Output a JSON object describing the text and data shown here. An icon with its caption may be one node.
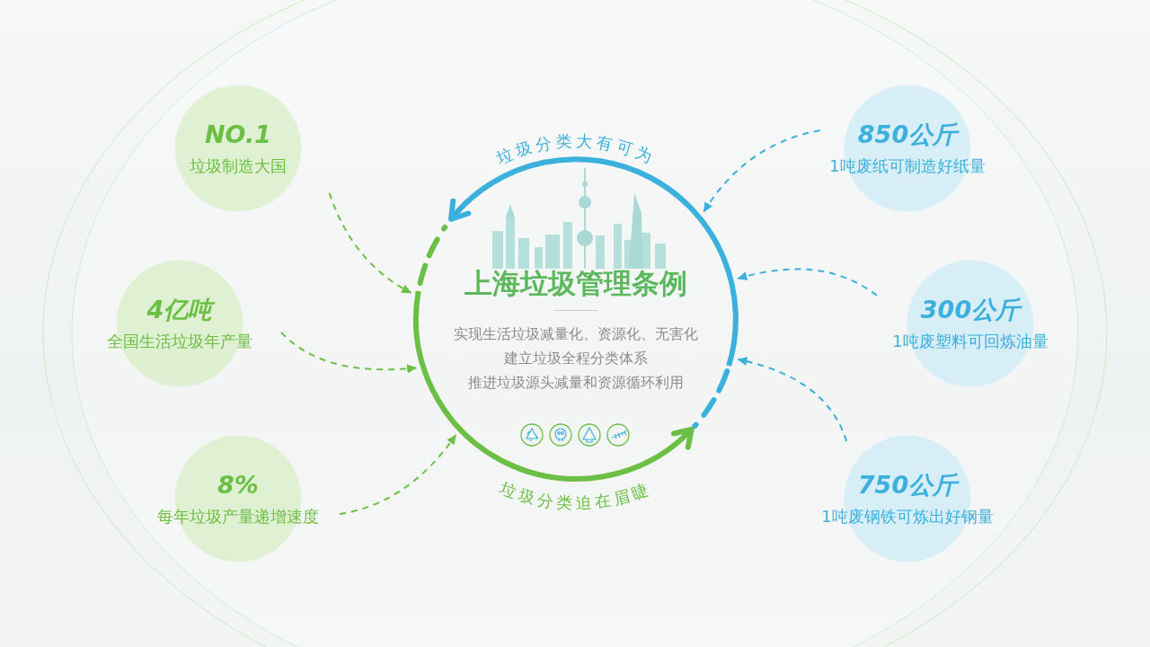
{
  "diagram": {
    "nodes": [
      {
        "text": [
          "上海垃圾管理条例",
          "实现生活垃圾减量化、资源化、无害化",
          "建立垃圾全程分类体系",
          "推进垃圾源头减量和资源循环利用"
        ],
        "beside": [
          "垃圾分类大有可为",
          "垃圾分类迫在眉睫"
        ]
      },
      {
        "text": [
          "NO.1",
          "垃圾制造大国"
        ]
      },
      {
        "text": [
          "4亿吨",
          "全国生活垃圾年产量"
        ]
      },
      {
        "text": [
          "8%",
          "每年垃圾产量递增速度"
        ]
      },
      {
        "text": [
          "850公斤",
          "1吨废纸可制造好纸量"
        ]
      },
      {
        "text": [
          "300公斤",
          "1吨废塑料可回炼油量"
        ]
      },
      {
        "text": [
          "750公斤",
          "1吨废钢铁可炼出好钢量"
        ]
      }
    ],
    "edges": [
      {
        "from": 1,
        "to": 0,
        "arrow": "to",
        "style": "dashed",
        "color": "#6cbf45"
      },
      {
        "from": 2,
        "to": 0,
        "arrow": "to",
        "style": "dashed",
        "color": "#6cbf45"
      },
      {
        "from": 3,
        "to": 0,
        "arrow": "to",
        "style": "dashed",
        "color": "#6cbf45"
      },
      {
        "from": 4,
        "to": 0,
        "arrow": "to",
        "style": "dashed",
        "color": "#3bb0dc"
      },
      {
        "from": 5,
        "to": 0,
        "arrow": "to",
        "style": "dashed",
        "color": "#3bb0dc"
      },
      {
        "from": 6,
        "to": 0,
        "arrow": "to",
        "style": "dashed",
        "color": "#3bb0dc"
      }
    ]
  }
}
